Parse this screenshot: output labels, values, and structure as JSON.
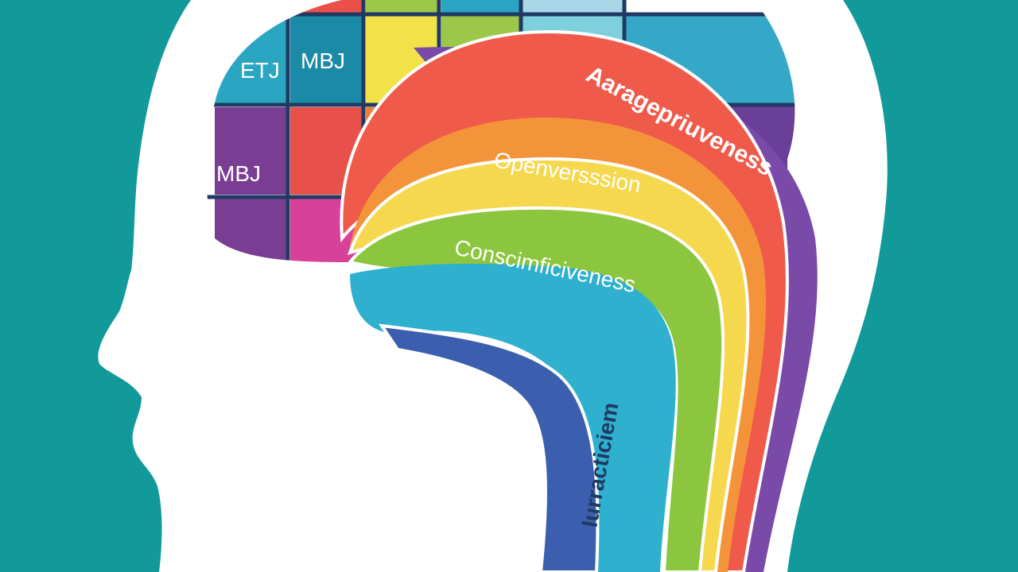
{
  "colors": {
    "background": "#12999a",
    "head_silhouette": "#ffffff",
    "grid_lines": "#1f3a63",
    "bands": [
      "#7a4aa8",
      "#ef5a4a",
      "#f4943a",
      "#f5d84e",
      "#8cc63f",
      "#2fb0cf",
      "#3b5fae"
    ]
  },
  "grid": {
    "cells": [
      {
        "label": "ETJ",
        "color": "#2aa6c2"
      },
      {
        "label": "MBJ",
        "color": "#1a8aa6"
      },
      {
        "label": "",
        "color": "#f2e24a"
      },
      {
        "label": "",
        "color": "#9cc84a"
      },
      {
        "label": "",
        "color": "#35a8c8"
      },
      {
        "label": "MBJ",
        "color": "#7a3d94"
      },
      {
        "label": "",
        "color": "#e8504a"
      },
      {
        "label": "",
        "color": "#d8419a"
      },
      {
        "label": "",
        "color": "#ee7f3a"
      }
    ]
  },
  "bands": {
    "agreeableness": "Aaragepriuveness",
    "openness": "Openversssion",
    "conscientiousness": "Conscimficiveness",
    "neuroticism": "Iurracticiem"
  }
}
